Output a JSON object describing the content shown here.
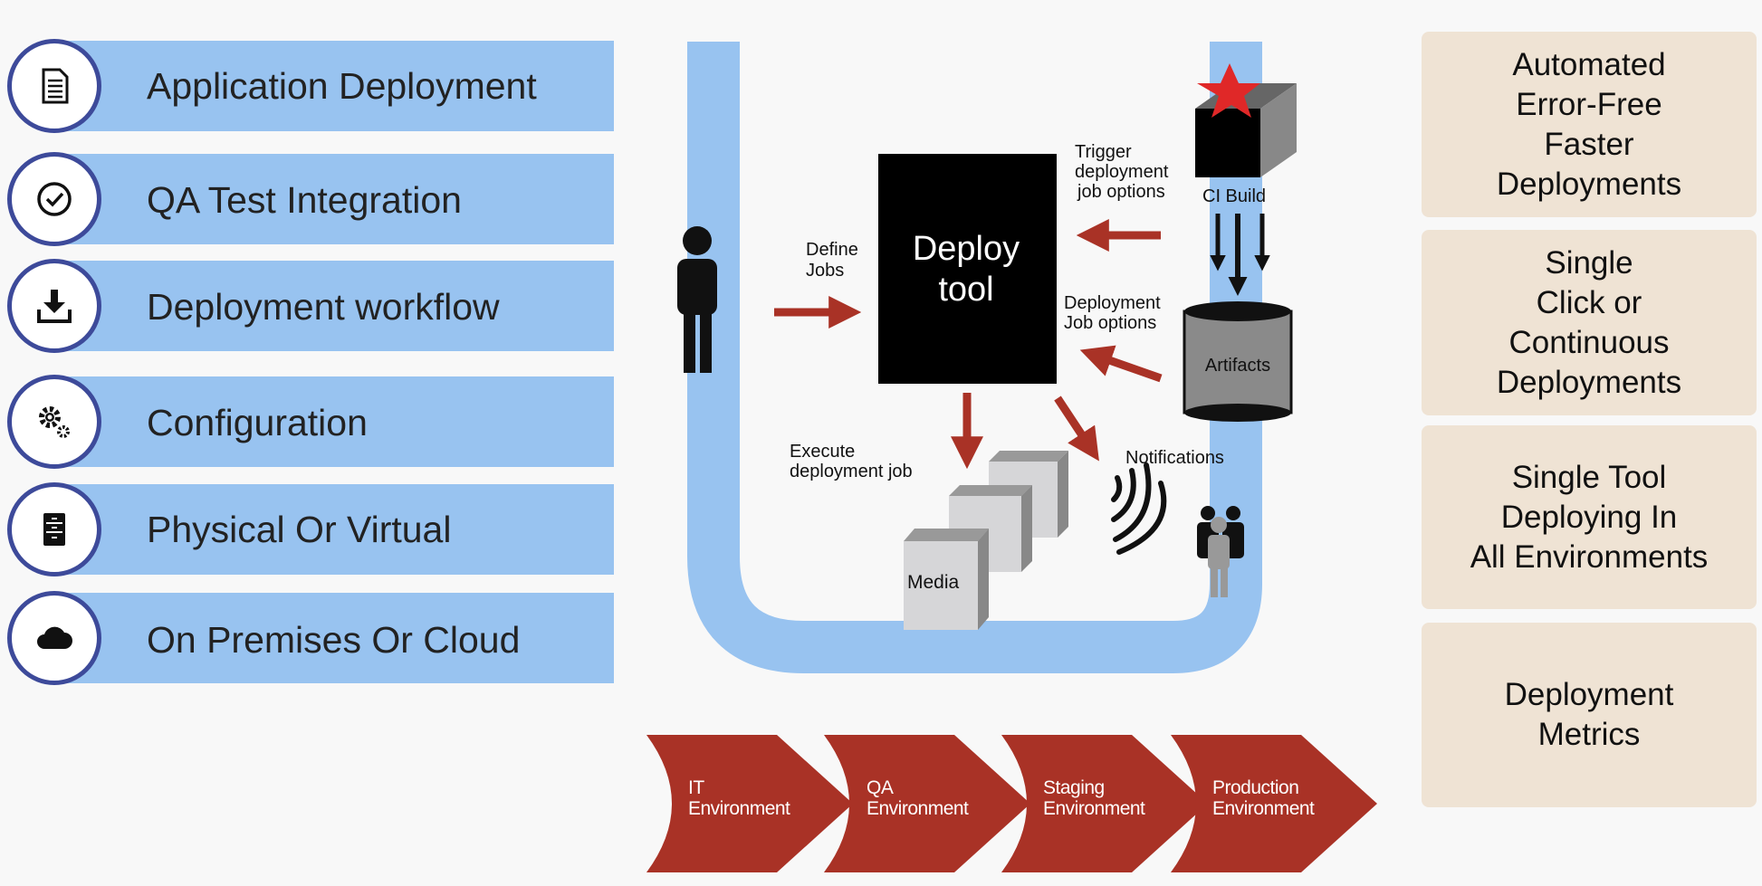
{
  "features": [
    {
      "label": "Application Deployment",
      "icon": "document-icon"
    },
    {
      "label": "QA Test Integration",
      "icon": "check-circle-icon"
    },
    {
      "label": "Deployment workflow",
      "icon": "download-icon"
    },
    {
      "label": "Configuration",
      "icon": "gears-icon"
    },
    {
      "label": "Physical Or Virtual",
      "icon": "server-icon"
    },
    {
      "label": "On Premises Or Cloud",
      "icon": "cloud-icon"
    }
  ],
  "diagram": {
    "deploy_tool_line1": "Deploy",
    "deploy_tool_line2": "tool",
    "define_jobs_line1": "Define",
    "define_jobs_line2": "Jobs",
    "trigger_line1": "Trigger",
    "trigger_line2": "deployment",
    "trigger_line3": "job options",
    "ci_build": "CI Build",
    "deploy_job_line1": "Deployment",
    "deploy_job_line2": "Job options",
    "artifacts": "Artifacts",
    "execute_line1": "Execute",
    "execute_line2": "deployment job",
    "notifications": "Notifications",
    "media": "Media"
  },
  "environments": [
    {
      "line1": "IT",
      "line2": "Environment"
    },
    {
      "line1": "QA",
      "line2": "Environment"
    },
    {
      "line1": "Staging",
      "line2": "Environment"
    },
    {
      "line1": "Production",
      "line2": "Environment"
    }
  ],
  "benefits": [
    {
      "text": "Automated\nError-Free\n Faster\nDeployments"
    },
    {
      "text": "Single\n Click or\nContinuous\n Deployments"
    },
    {
      "text": "Single Tool\nDeploying In\nAll Environments"
    },
    {
      "text": "Deployment\nMetrics"
    }
  ],
  "colors": {
    "feature_bar": "#98c3f0",
    "circle_border": "#3d4a9a",
    "arrow": "#a93226",
    "benefit_box": "#efe3d4",
    "pipe": "#98c3f0"
  }
}
